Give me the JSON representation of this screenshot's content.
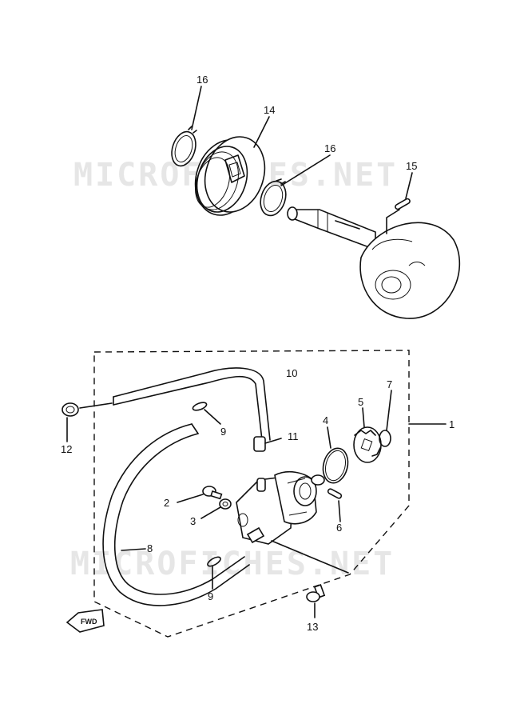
{
  "watermark": {
    "text": "MICROFICHES.NET"
  },
  "fwd_label": "FWD",
  "callouts": {
    "c1": "1",
    "c2": "2",
    "c3": "3",
    "c4": "4",
    "c5": "5",
    "c6": "6",
    "c7": "7",
    "c8": "8",
    "c9a": "9",
    "c9b": "9",
    "c10": "10",
    "c11": "11",
    "c12": "12",
    "c13": "13",
    "c14": "14",
    "c15": "15",
    "c16a": "16",
    "c16b": "16"
  },
  "colors": {
    "ink": "#111111",
    "watermark": "#e6e6e6",
    "paper": "#ffffff"
  }
}
